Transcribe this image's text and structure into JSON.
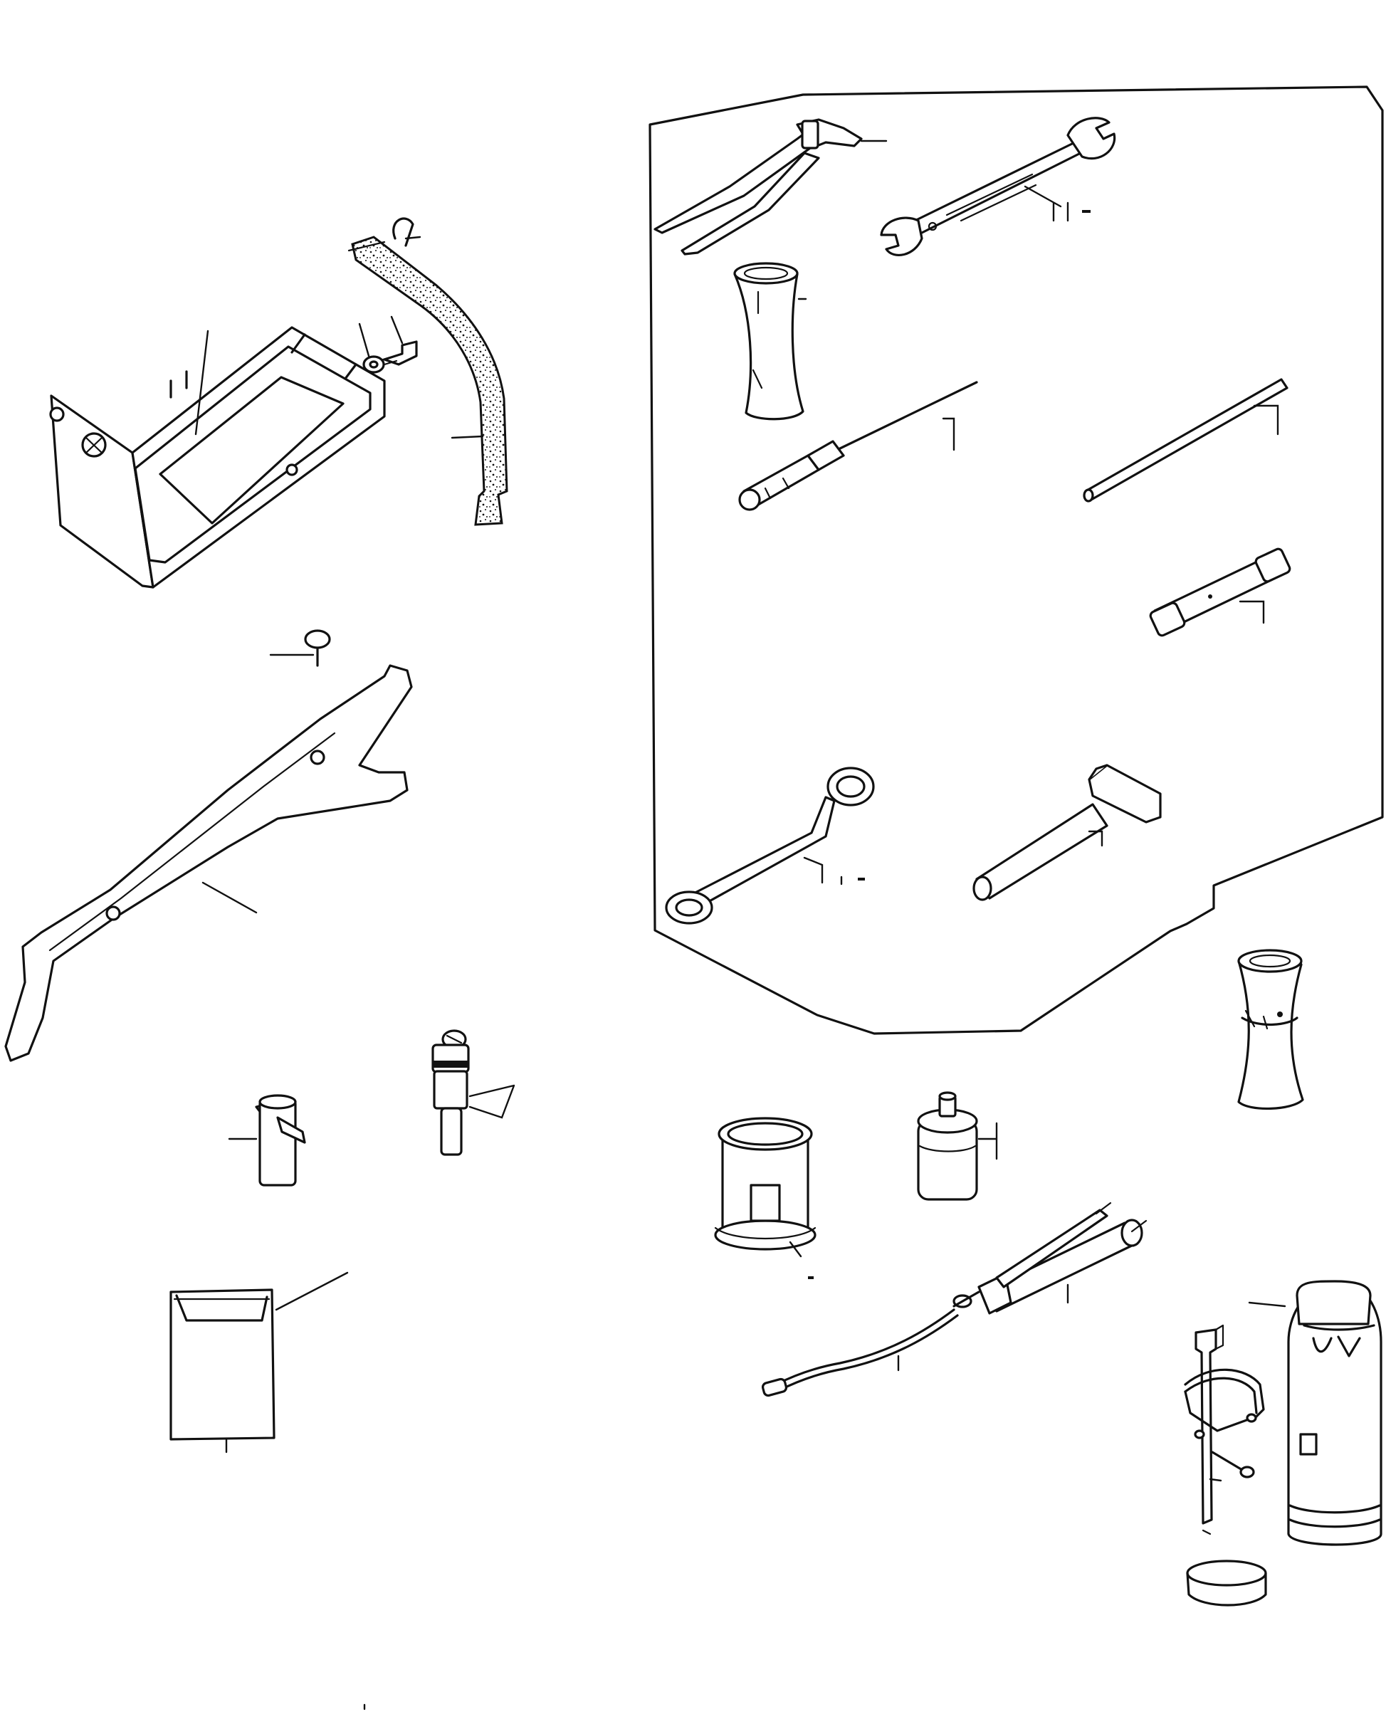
{
  "diagram": {
    "title": "",
    "parts": [
      {
        "id": "battery-tray",
        "icon": "battery-tray-icon"
      },
      {
        "id": "battery-strap",
        "icon": "strap-icon"
      },
      {
        "id": "strap-hook",
        "icon": "hook-icon"
      },
      {
        "id": "tray-washer",
        "icon": "washer-icon"
      },
      {
        "id": "tray-bolt",
        "icon": "bolt-icon"
      },
      {
        "id": "support-arm",
        "icon": "support-arm-icon"
      },
      {
        "id": "arm-rivet",
        "icon": "rivet-icon"
      },
      {
        "id": "pin",
        "icon": "pin-icon"
      },
      {
        "id": "plug-fitting",
        "icon": "plug-icon"
      },
      {
        "id": "envelope",
        "icon": "envelope-icon"
      },
      {
        "id": "pliers",
        "icon": "pliers-icon"
      },
      {
        "id": "open-wrench",
        "icon": "open-end-wrench-icon"
      },
      {
        "id": "grip-sleeve",
        "icon": "sleeve-icon"
      },
      {
        "id": "screwdriver",
        "icon": "screwdriver-icon"
      },
      {
        "id": "rod",
        "icon": "rod-icon"
      },
      {
        "id": "socket-tube",
        "icon": "socket-tube-icon"
      },
      {
        "id": "ring-spanner",
        "icon": "ring-spanner-icon"
      },
      {
        "id": "hammer",
        "icon": "hammer-icon"
      },
      {
        "id": "sleeve-with-band",
        "icon": "sleeve-icon"
      },
      {
        "id": "grease-can",
        "icon": "can-icon"
      },
      {
        "id": "oil-bottle",
        "icon": "bottle-icon"
      },
      {
        "id": "grease-gun",
        "icon": "grease-gun-icon"
      },
      {
        "id": "flex-hose",
        "icon": "hose-icon"
      },
      {
        "id": "extinguisher",
        "icon": "extinguisher-icon"
      },
      {
        "id": "extinguisher-bracket",
        "icon": "bracket-icon"
      }
    ]
  }
}
